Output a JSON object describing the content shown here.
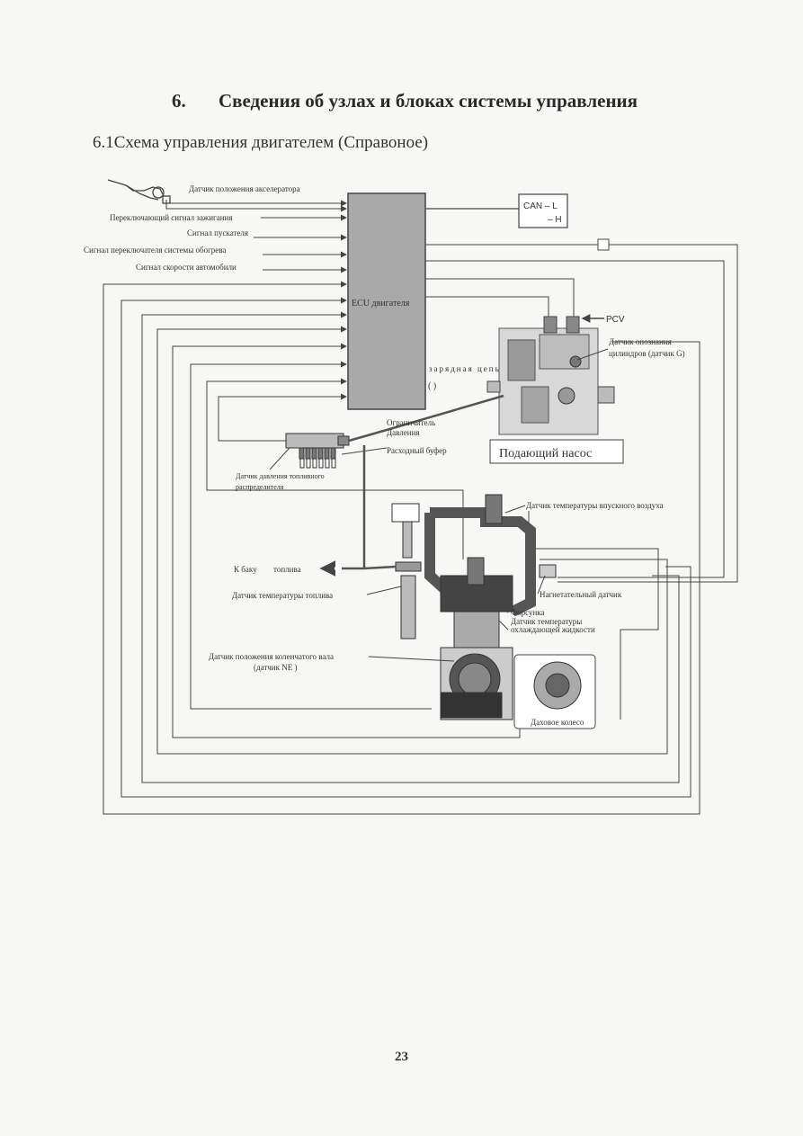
{
  "heading": {
    "number": "6.",
    "title": "Сведения об узлах и блоках системы управления"
  },
  "subheading": "6.1Схема управления двигателем (Справоное)",
  "ecu": {
    "label": "ECU двигателя"
  },
  "can": {
    "line1": "CAN – L",
    "line2": "– H"
  },
  "inputs": {
    "accelerator": "Датчик положения акселератора",
    "ignition": "Переключающий сигнал зажигания",
    "starter": "Сигнал пускателя",
    "heater": "Сигнал переключателя системы обогрева",
    "speed": "Сигнал скорости автомобили"
  },
  "pump": {
    "pcv": "PCV",
    "cylinder_sensor_1": "Датчик опознания",
    "cylinder_sensor_2": "цилиндров (датчик G)",
    "box_label": "Подающий насос"
  },
  "charging": {
    "label": "зарядная цепь",
    "bracket": "(          )"
  },
  "rail": {
    "limiter_1": "Ограничитель",
    "limiter_2": "Давления",
    "buffer": "Расходный буфер",
    "pressure_sensor_1": "Датчик давления топливного",
    "pressure_sensor_2": "распределителя"
  },
  "engine": {
    "intake_temp": "Датчик температуры впускного воздуха",
    "to_tank_1": "К баку",
    "to_tank_2": "топлива",
    "fuel_temp": "Датчик температуры топлива",
    "boost": "Нагнетательный датчик",
    "injector": "Форсунка",
    "coolant_1": "Датчик температуры",
    "coolant_2": "охлаждающей жидкости",
    "crank_1": "Датчик положения коленчатого вала",
    "crank_2": "(датчик NE )",
    "flywheel": "Даховое колесо"
  },
  "page_number": "23",
  "colors": {
    "line": "#444444",
    "ecu_fill": "#a9a9a9",
    "ink": "#333333"
  }
}
